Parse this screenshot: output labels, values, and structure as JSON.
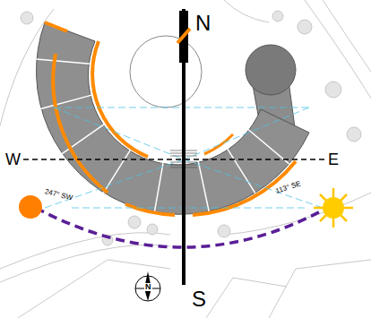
{
  "diagram": {
    "labels": [
      "N",
      "W",
      "E",
      "247° SW",
      "113° SE",
      "N",
      "S"
    ]
  }
}
